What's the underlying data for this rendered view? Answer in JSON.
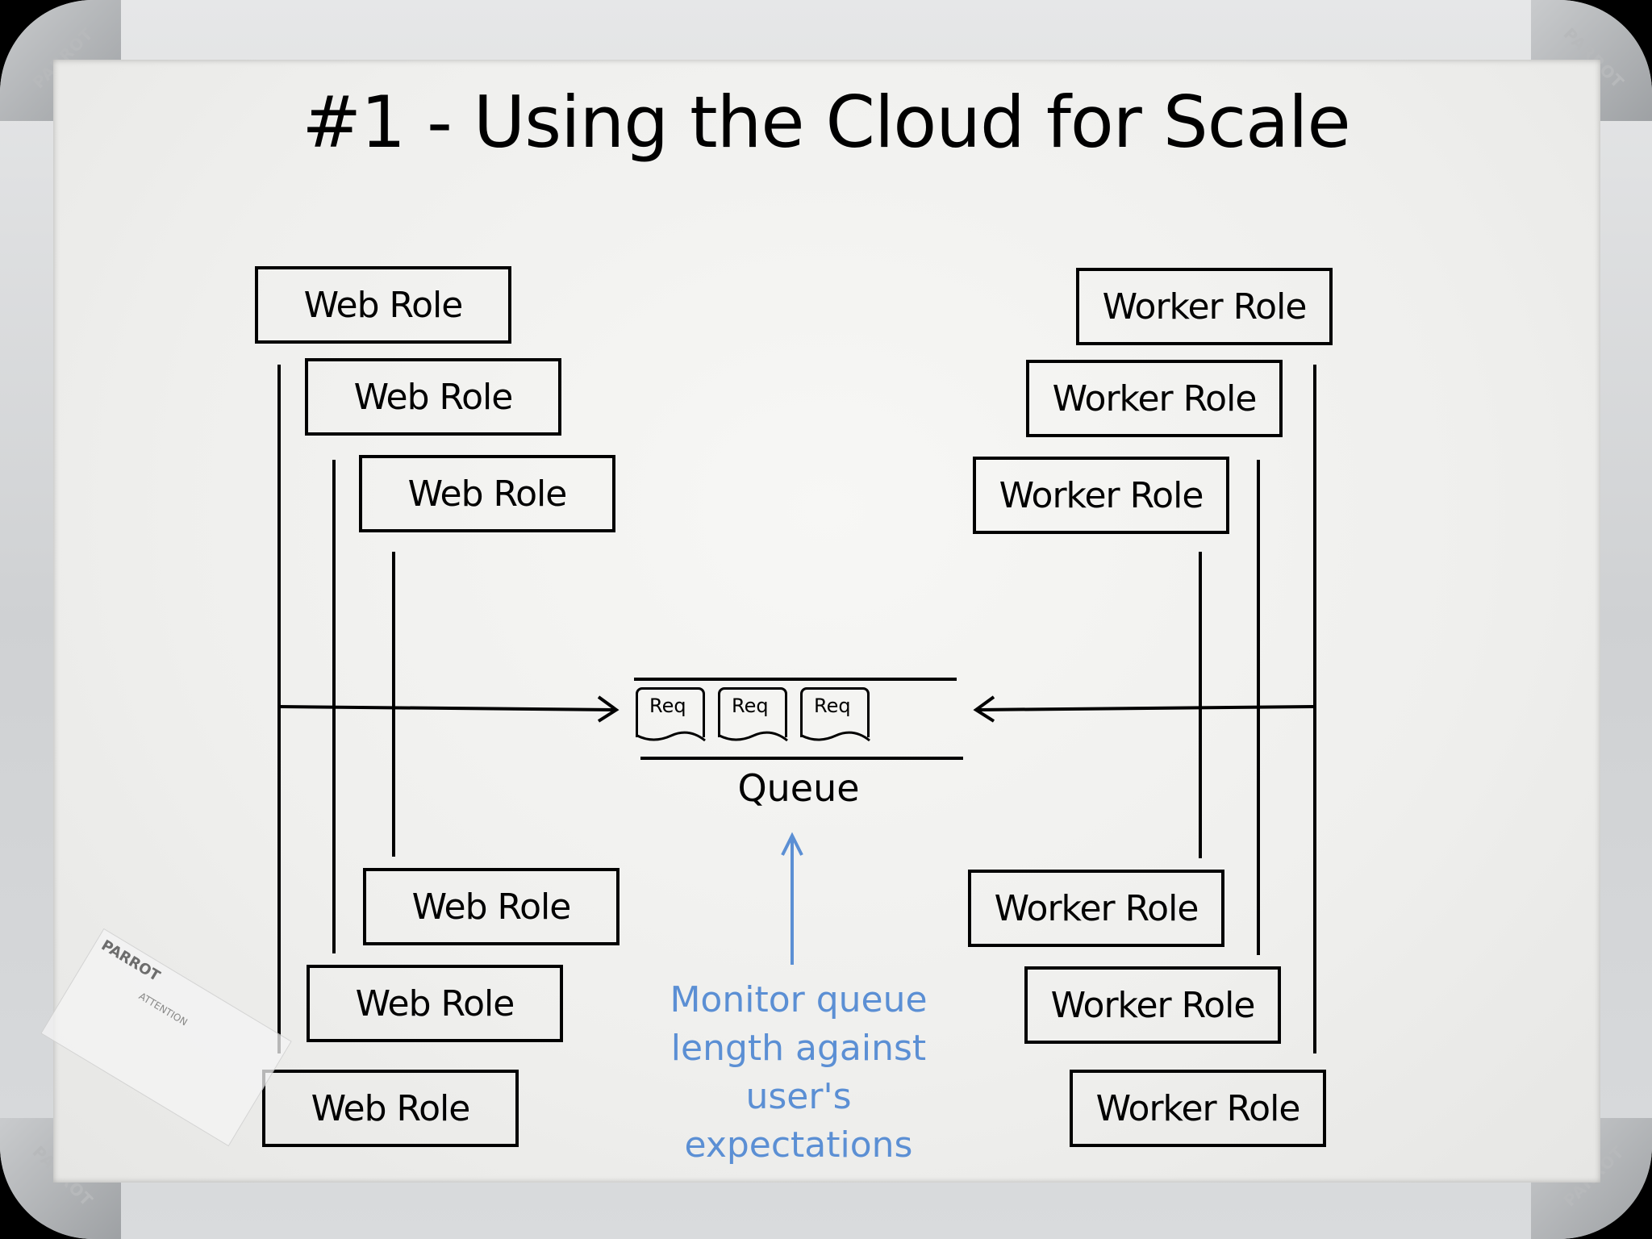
{
  "title": "#1  - Using the Cloud for Scale",
  "web_roles": [
    "Web Role",
    "Web Role",
    "Web Role",
    "Web Role",
    "Web Role",
    "Web Role"
  ],
  "worker_roles": [
    "Worker Role",
    "Worker Role",
    "Worker Role",
    "Worker Role",
    "Worker Role",
    "Worker Role"
  ],
  "queue": {
    "label": "Queue",
    "items": [
      "Req",
      "Req",
      "Req"
    ]
  },
  "annotation": {
    "line1": "Monitor queue",
    "line2": "length against user's",
    "line3": "expectations",
    "color": "#5b8fd4"
  },
  "board_brand": {
    "corner_text": "PARROT",
    "sticker_brand": "PARROT",
    "sticker_warning": "ATTENTION"
  }
}
